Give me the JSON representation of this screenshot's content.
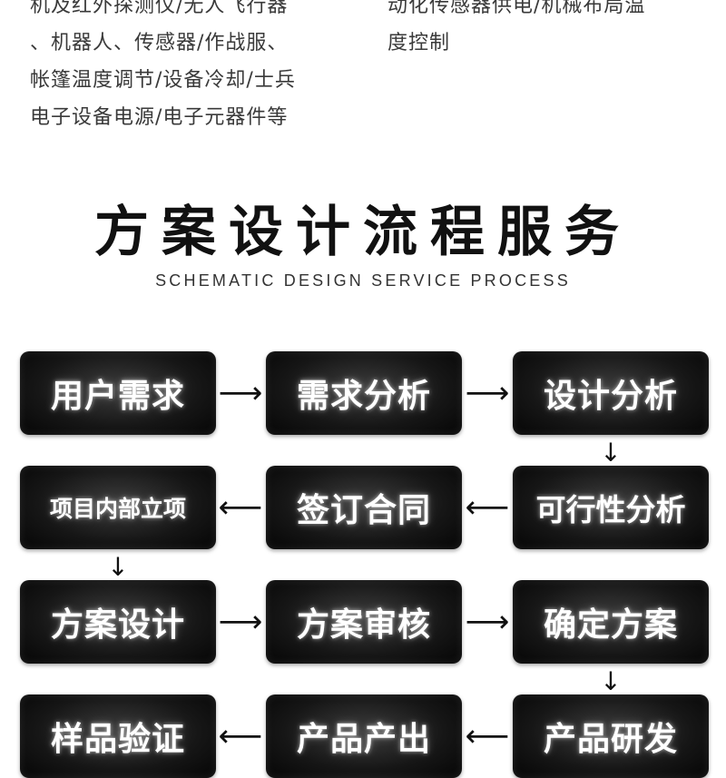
{
  "intro": {
    "left_lines": [
      "机及红外探测仪/无人飞行器",
      "、机器人、传感器/作战服、",
      "帐篷温度调节/设备冷却/士兵",
      "电子设备电源/电子元器件等"
    ],
    "right_lines": [
      "动化传感器供电/机械布局温",
      "度控制"
    ]
  },
  "section": {
    "title": "方案设计流程服务",
    "subtitle": "SCHEMATIC DESIGN SERVICE PROCESS"
  },
  "steps": [
    "用户需求",
    "需求分析",
    "设计分析",
    "可行性分析",
    "签订合同",
    "项目内部立项",
    "方案设计",
    "方案审核",
    "确定方案",
    "产品研发",
    "产品产出",
    "样品验证"
  ],
  "arrows": {
    "right": "⟶",
    "left": "⟵",
    "down": "↓"
  }
}
